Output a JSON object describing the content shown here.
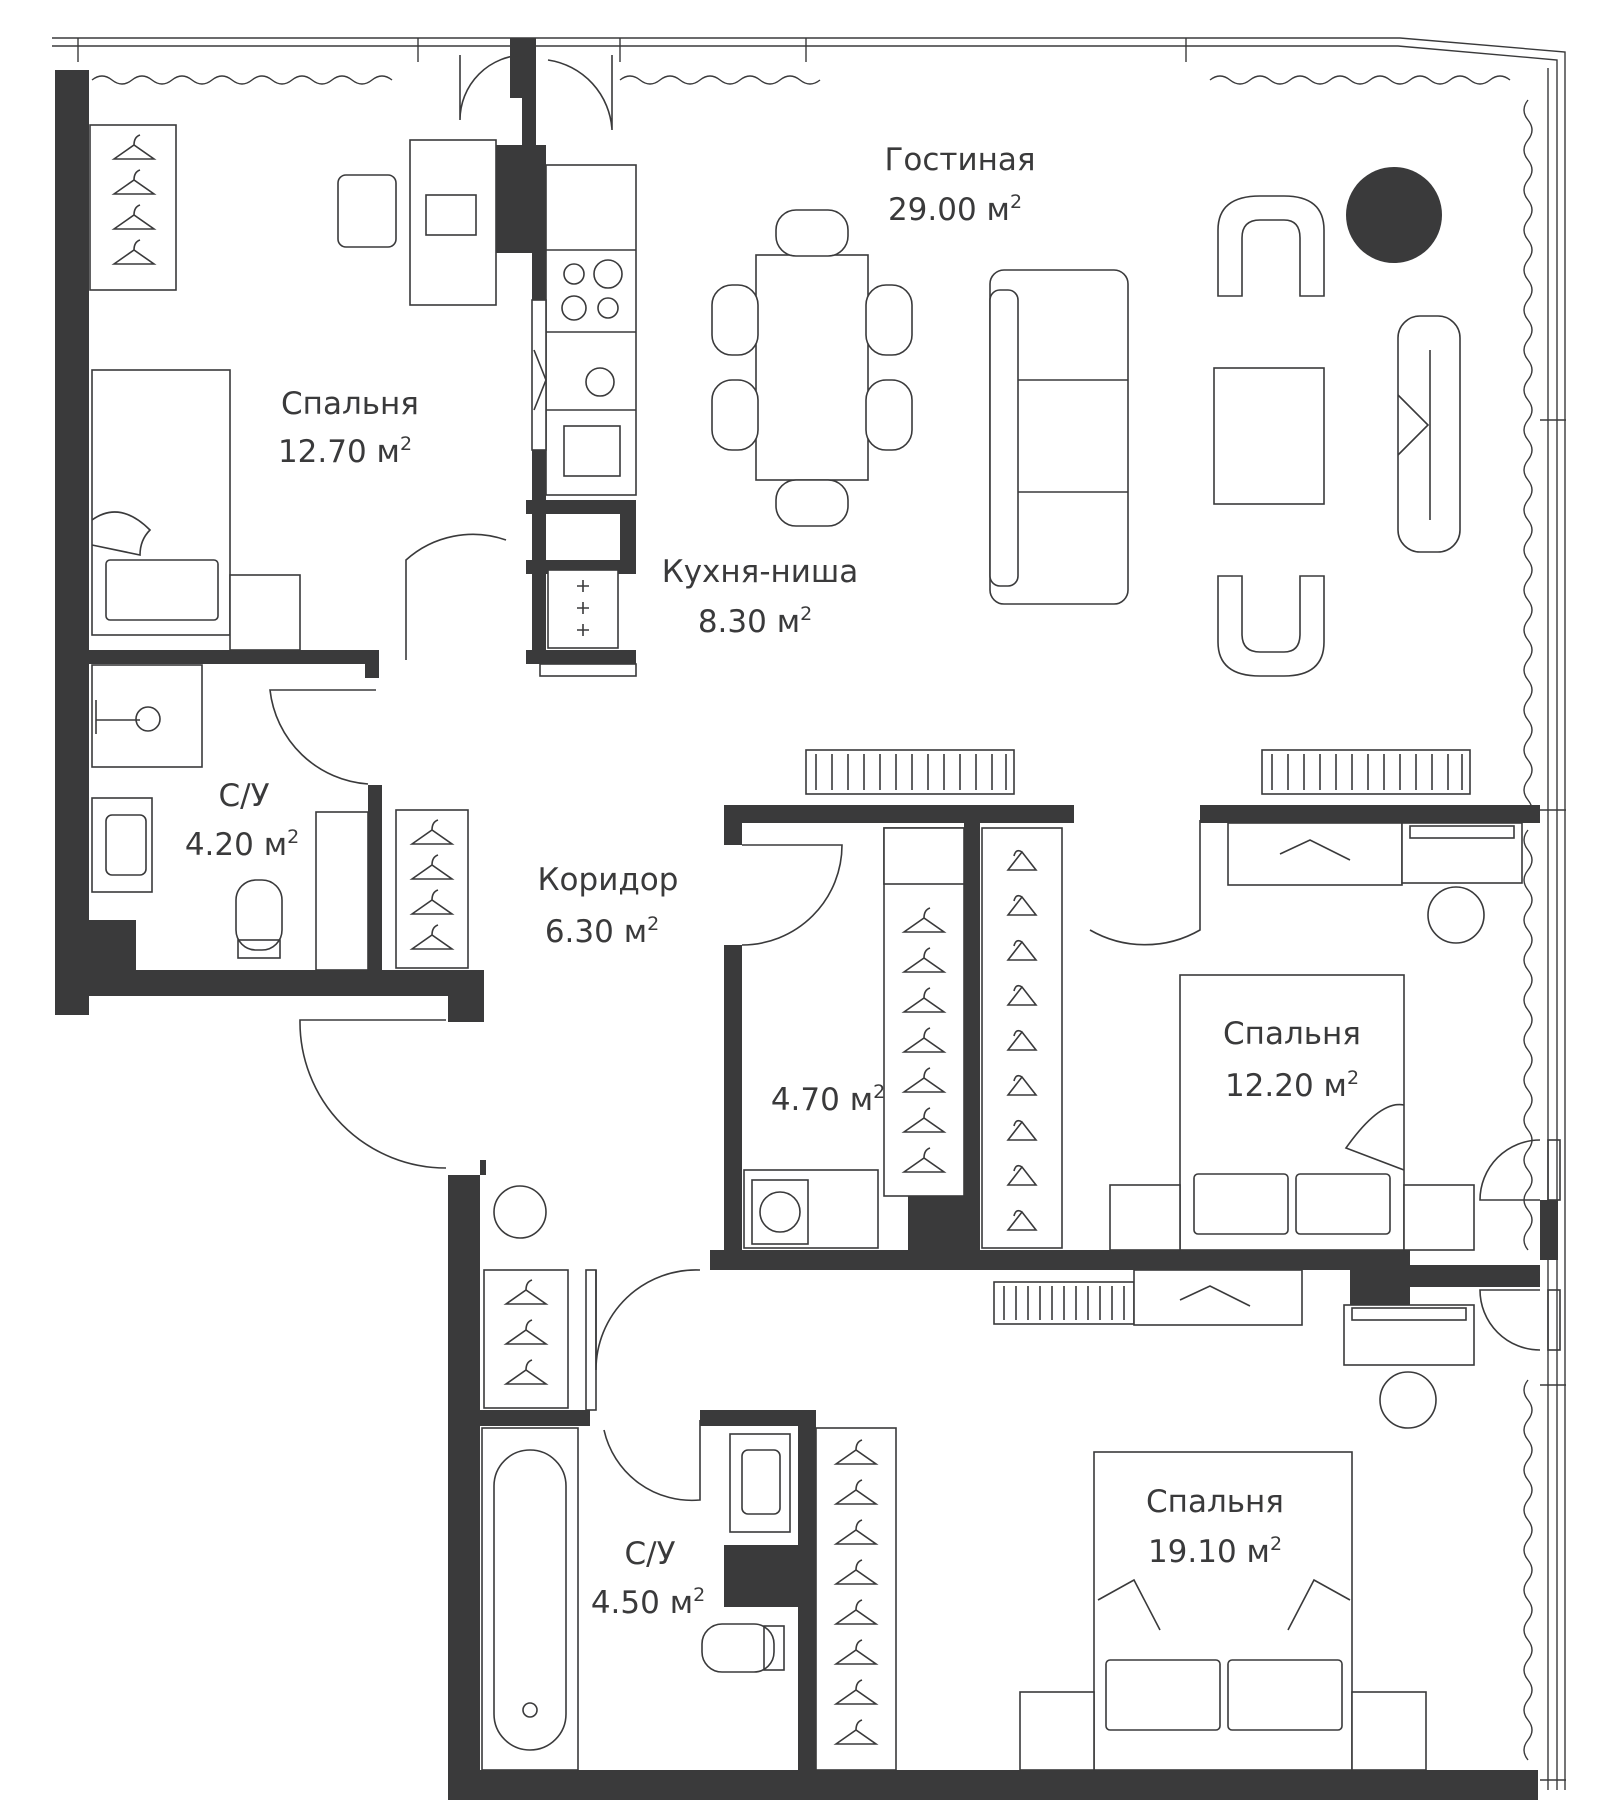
{
  "plan": {
    "colors": {
      "wall": "#3a3a3b",
      "background": "#ffffff"
    },
    "icons": [
      "hanger-icon",
      "bed-icon",
      "sofa-icon",
      "armchair-icon",
      "stove-icon",
      "sink-icon",
      "toilet-icon",
      "bathtub-icon",
      "washing-machine-icon",
      "radiator-icon",
      "desk-icon",
      "chair-icon",
      "laptop-icon",
      "tv-icon",
      "plant-icon",
      "door-swing-icon",
      "window-icon",
      "curtain-icon"
    ],
    "rooms": [
      {
        "id": "living",
        "name": "Гостиная",
        "area": "29.00 м",
        "sup": "2"
      },
      {
        "id": "bedroom1",
        "name": "Спальня",
        "area": "12.70 м",
        "sup": "2"
      },
      {
        "id": "kitchen",
        "name": "Кухня-ниша",
        "area": "8.30 м",
        "sup": "2"
      },
      {
        "id": "bath1",
        "name": "С/У",
        "area": "4.20 м",
        "sup": "2"
      },
      {
        "id": "corridor",
        "name": "Коридор",
        "area": "6.30 м",
        "sup": "2"
      },
      {
        "id": "closet",
        "name": "",
        "area": "4.70 м",
        "sup": "2"
      },
      {
        "id": "bedroom2",
        "name": "Спальня",
        "area": "12.20 м",
        "sup": "2"
      },
      {
        "id": "bath2",
        "name": "С/У",
        "area": "4.50 м",
        "sup": "2"
      },
      {
        "id": "bedroom3",
        "name": "Спальня",
        "area": "19.10 м",
        "sup": "2"
      }
    ]
  }
}
